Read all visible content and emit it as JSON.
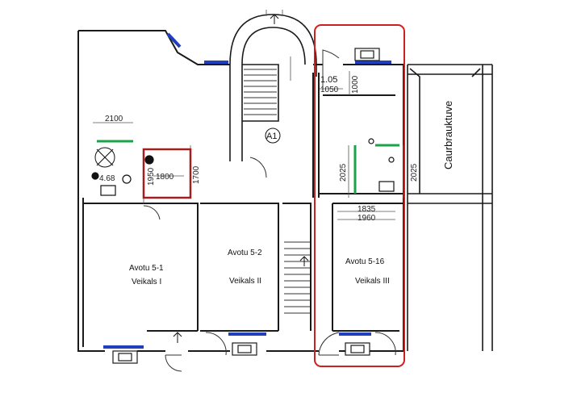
{
  "plan": {
    "corridor_label": "A1",
    "room_code": "1.05",
    "side_label": "Caurbrauktuve",
    "units": [
      {
        "code": "Avotu 5-1",
        "name": "Veikals I"
      },
      {
        "code": "Avotu 5-2",
        "name": "Veikals II"
      },
      {
        "code": "Avotu 5-16",
        "name": "Veikals III"
      }
    ],
    "dimensions": {
      "wc_width": "2100",
      "wc_depth": "1950",
      "wc_inner": "1800",
      "wc_height": "1700",
      "level": "4.68",
      "room_width": "1050",
      "room_depth": "1000",
      "wc2_left": "2025",
      "wc2_right": "2025",
      "wc2_inner": "1835",
      "wc2_outer": "1960"
    }
  },
  "colors": {
    "walls": "#1a1a1a",
    "windows": "#1f3fbf",
    "highlight_frame": "#cc1f1f",
    "wc_outline": "#a21f1f",
    "green_door": "#1aa34a",
    "dimension": "#555555"
  }
}
